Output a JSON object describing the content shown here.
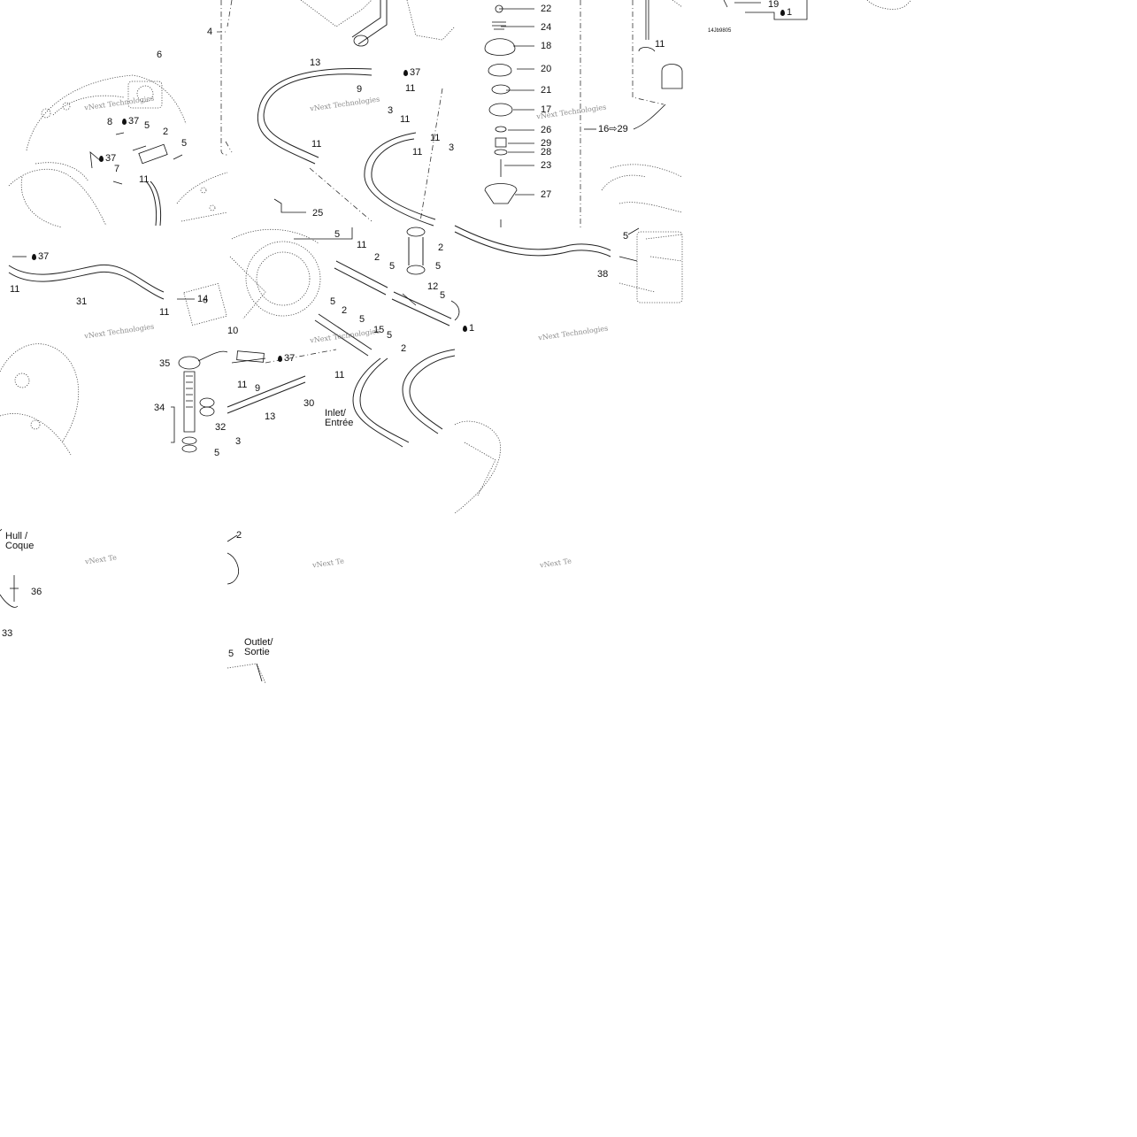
{
  "diagram": {
    "drawing_code": "14Jb9805",
    "watermark": "vNext Technologies",
    "watermark_cut": "vNext Te",
    "callouts": [
      {
        "id": "c-22",
        "text": "22"
      },
      {
        "id": "c-24",
        "text": "24"
      },
      {
        "id": "c-18",
        "text": "18"
      },
      {
        "id": "c-20",
        "text": "20"
      },
      {
        "id": "c-21",
        "text": "21"
      },
      {
        "id": "c-17",
        "text": "17"
      },
      {
        "id": "c-26",
        "text": "26"
      },
      {
        "id": "c-29",
        "text": "29"
      },
      {
        "id": "c-28",
        "text": "28"
      },
      {
        "id": "c-23",
        "text": "23"
      },
      {
        "id": "c-27",
        "text": "27"
      },
      {
        "id": "c-19",
        "text": "19"
      },
      {
        "id": "c-1-top",
        "text": "1"
      },
      {
        "id": "c-11-topright",
        "text": "11"
      },
      {
        "id": "c-16-29",
        "text": "16⇨29"
      },
      {
        "id": "c-4",
        "text": "4"
      },
      {
        "id": "c-6",
        "text": "6"
      },
      {
        "id": "c-37-a",
        "text": "37"
      },
      {
        "id": "c-5-a",
        "text": "5"
      },
      {
        "id": "c-8",
        "text": "8"
      },
      {
        "id": "c-2-a",
        "text": "2"
      },
      {
        "id": "c-5-b",
        "text": "5"
      },
      {
        "id": "c-37-b",
        "text": "37"
      },
      {
        "id": "c-7",
        "text": "7"
      },
      {
        "id": "c-11-a",
        "text": "11"
      },
      {
        "id": "c-13-a",
        "text": "13"
      },
      {
        "id": "c-37-c",
        "text": "37"
      },
      {
        "id": "c-9-a",
        "text": "9"
      },
      {
        "id": "c-11-b",
        "text": "11"
      },
      {
        "id": "c-3-a",
        "text": "3"
      },
      {
        "id": "c-11-c",
        "text": "11"
      },
      {
        "id": "c-11-d",
        "text": "11"
      },
      {
        "id": "c-3-b",
        "text": "3"
      },
      {
        "id": "c-11-e",
        "text": "11"
      },
      {
        "id": "c-11-f",
        "text": "11"
      },
      {
        "id": "c-25",
        "text": "25"
      },
      {
        "id": "c-37-d",
        "text": "37"
      },
      {
        "id": "c-11-g",
        "text": "11"
      },
      {
        "id": "c-31",
        "text": "31"
      },
      {
        "id": "c-11-h",
        "text": "11"
      },
      {
        "id": "c-14",
        "text": "14"
      },
      {
        "id": "c-5-c",
        "text": "5"
      },
      {
        "id": "c-11-i",
        "text": "11"
      },
      {
        "id": "c-2-b",
        "text": "2"
      },
      {
        "id": "c-5-d",
        "text": "5"
      },
      {
        "id": "c-2-c",
        "text": "2"
      },
      {
        "id": "c-5-e",
        "text": "5"
      },
      {
        "id": "c-12",
        "text": "12"
      },
      {
        "id": "c-5-f",
        "text": "5"
      },
      {
        "id": "c-5-g",
        "text": "5"
      },
      {
        "id": "c-2-d",
        "text": "2"
      },
      {
        "id": "c-5-h",
        "text": "5"
      },
      {
        "id": "c-15",
        "text": "15"
      },
      {
        "id": "c-5-i",
        "text": "5"
      },
      {
        "id": "c-2-e",
        "text": "2"
      },
      {
        "id": "c-1-mid",
        "text": "1"
      },
      {
        "id": "c-5-j",
        "text": "5"
      },
      {
        "id": "c-38",
        "text": "38"
      },
      {
        "id": "c-10",
        "text": "10"
      },
      {
        "id": "c-35",
        "text": "35"
      },
      {
        "id": "c-37-e",
        "text": "37"
      },
      {
        "id": "c-11-j",
        "text": "11"
      },
      {
        "id": "c-9-b",
        "text": "9"
      },
      {
        "id": "c-11-k",
        "text": "11"
      },
      {
        "id": "c-34",
        "text": "34"
      },
      {
        "id": "c-32",
        "text": "32"
      },
      {
        "id": "c-5-k",
        "text": "5"
      },
      {
        "id": "c-13-b",
        "text": "13"
      },
      {
        "id": "c-30",
        "text": "30"
      },
      {
        "id": "c-3-c",
        "text": "3"
      },
      {
        "id": "c-2-f",
        "text": "2"
      },
      {
        "id": "c-36",
        "text": "36"
      },
      {
        "id": "c-33",
        "text": "33"
      },
      {
        "id": "c-5-l",
        "text": "5"
      }
    ],
    "labels": {
      "inlet": "Inlet/",
      "inlet_fr": "Entrée",
      "hull": "Hull /",
      "hull_fr": "Coque",
      "outlet": "Outlet/",
      "outlet_fr": "Sortie"
    },
    "icons": [
      "sealant-drop-icon"
    ]
  }
}
